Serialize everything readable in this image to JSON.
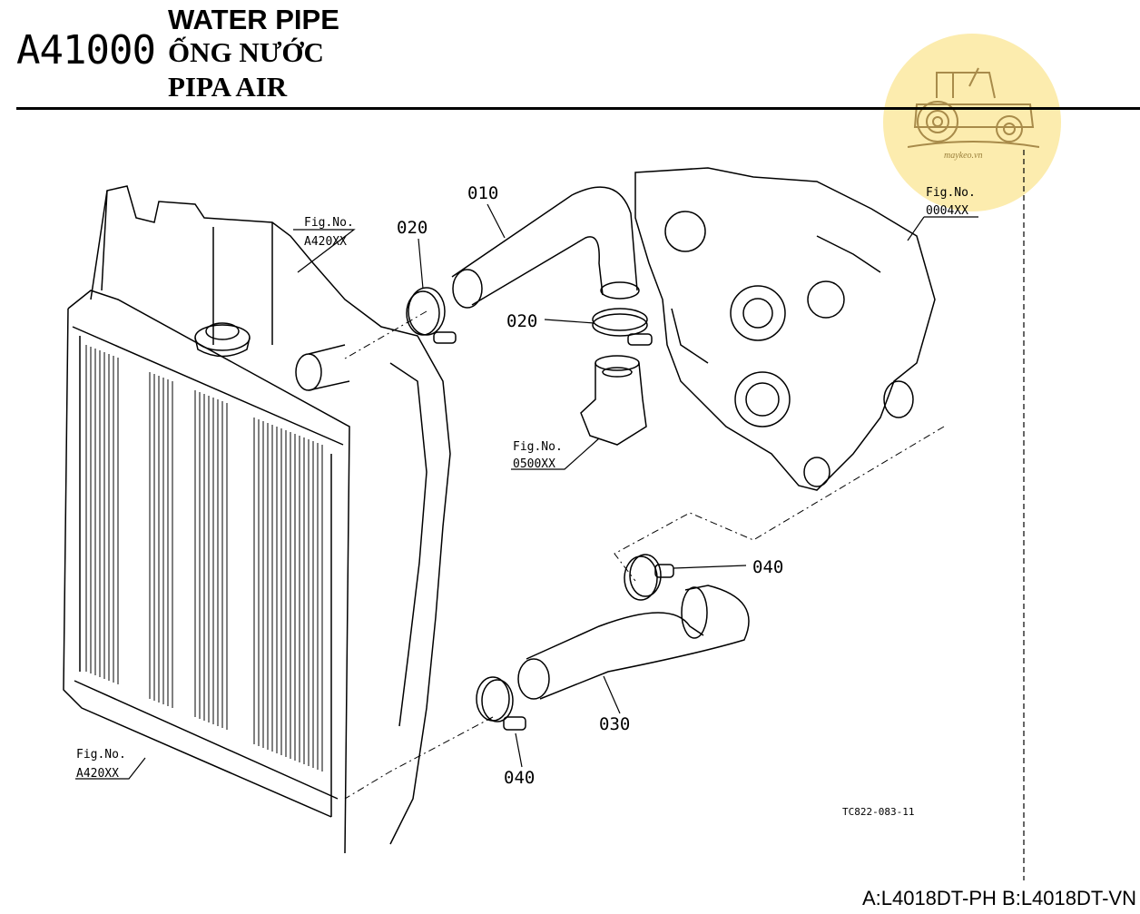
{
  "header": {
    "code": "A41000",
    "title_en": "WATER PIPE",
    "title_vi": "ỐNG NƯỚC",
    "title_id": "PIPA AIR"
  },
  "watermark": {
    "text": "maykeo.vn"
  },
  "callouts": {
    "p010": "010",
    "p020_left": "020",
    "p020_right": "020",
    "p030": "030",
    "p040_top": "040",
    "p040_bottom": "040"
  },
  "fig_refs": {
    "radiator_top": {
      "line1": "Fig.No.",
      "line2": "A420XX"
    },
    "engine": {
      "line1": "Fig.No.",
      "line2": "0004XX"
    },
    "thermostat": {
      "line1": "Fig.No.",
      "line2": "0500XX"
    },
    "radiator_bottom": {
      "line1": "Fig.No.",
      "line2": "A420XX"
    }
  },
  "drawing_ref": "TC822-083-11",
  "footer": "A:L4018DT-PH B:L4018DT-VN",
  "colors": {
    "watermark_bg": "#fbe9a0",
    "line": "#000000"
  }
}
